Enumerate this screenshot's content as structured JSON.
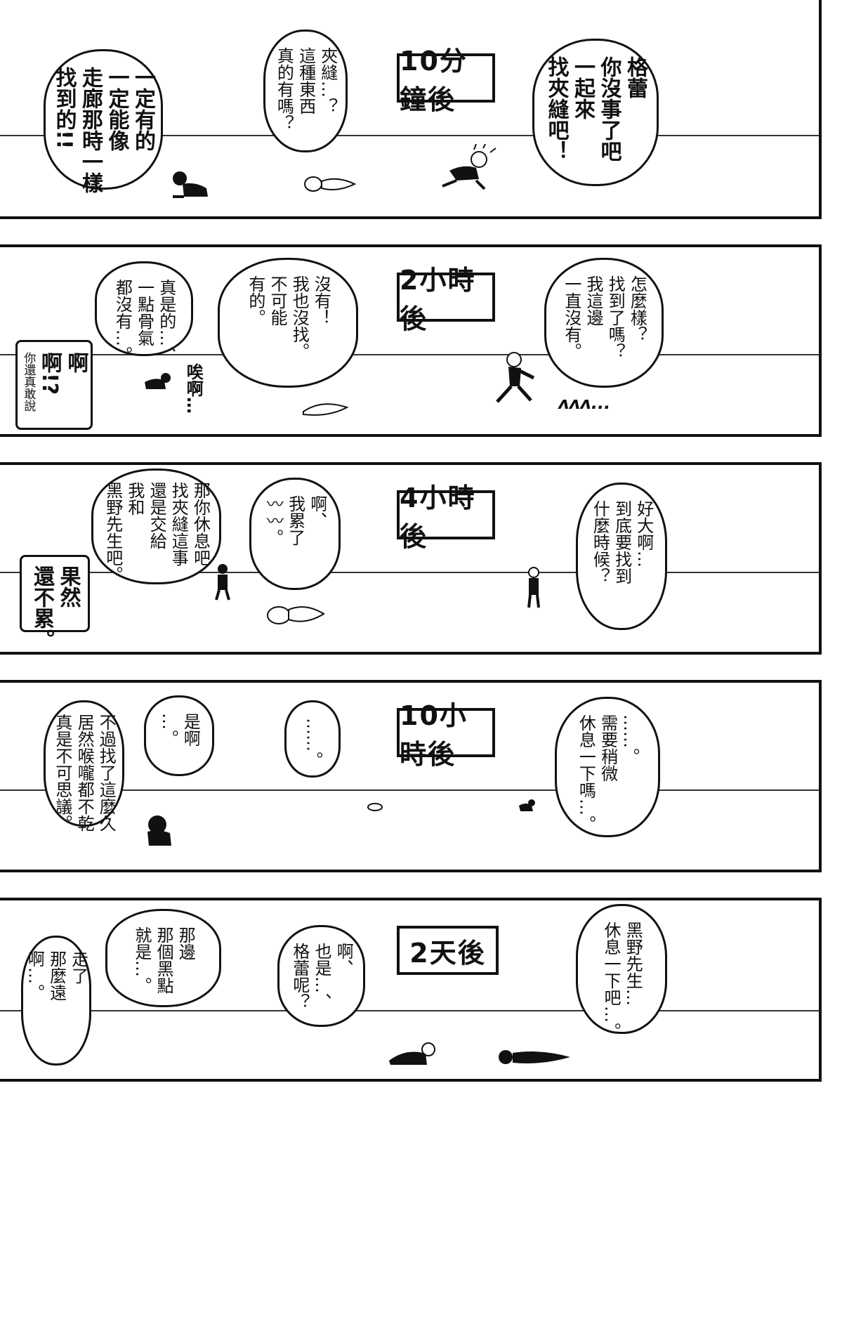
{
  "panels": [
    {
      "time": "10分鐘後",
      "bubbles": [
        {
          "lines": [
            "格蕾",
            "你沒事了吧",
            "一起來",
            "找夾縫吧！"
          ]
        },
        {
          "lines": [
            "夾縫…？",
            "這種東西",
            "真的有嗎？"
          ]
        },
        {
          "lines": [
            "一定有的",
            "一定能像",
            "走廊那時一樣",
            "找到的!!"
          ]
        }
      ]
    },
    {
      "time": "2小時後",
      "bubbles": [
        {
          "lines": [
            "怎麼樣？",
            "找到了嗎？",
            "我這邊",
            "一直沒有。"
          ]
        },
        {
          "lines": [
            "沒有！",
            "我也沒找。",
            "不可能",
            "有的。"
          ]
        },
        {
          "lines": [
            "真是的…、",
            "一點骨氣",
            "都沒有…。"
          ]
        }
      ],
      "shout": {
        "lines": [
          "啊",
          "啊!?"
        ],
        "aside": "你還真敢說"
      },
      "sfx_sigh": "唉啊…",
      "sfx_run": "ᴧᴧᴧ..."
    },
    {
      "time": "4小時後",
      "bubbles": [
        {
          "lines": [
            "好大啊…",
            "到底要找到",
            "什麼時候？"
          ]
        },
        {
          "lines": [
            "啊、",
            "我累了",
            "〰〰。"
          ]
        },
        {
          "lines": [
            "那你休息吧",
            "找夾縫這事",
            "還是交給",
            "我和",
            "黑野先生吧。"
          ]
        }
      ],
      "shout": {
        "lines": [
          "果然",
          "還不累。"
        ]
      }
    },
    {
      "time": "10小時後",
      "bubbles": [
        {
          "lines": [
            "……。",
            "需要稍微",
            "休息一下嗎…。"
          ]
        },
        {
          "lines": [
            "……。"
          ]
        },
        {
          "lines": [
            "是啊",
            "…。"
          ]
        },
        {
          "lines": [
            "不過找了這麼久",
            "居然喉嚨都不乾",
            "真是不可思議。"
          ]
        }
      ]
    },
    {
      "time": "2天後",
      "bubbles": [
        {
          "lines": [
            "黑野先生…",
            "休息一下吧…。"
          ]
        },
        {
          "lines": [
            "啊、",
            "也是…、",
            "格蕾呢？"
          ]
        },
        {
          "lines": [
            "那邊",
            "那個黑點",
            "就是…。"
          ]
        },
        {
          "lines": [
            "走了",
            "那麼遠",
            "啊…。"
          ]
        }
      ]
    }
  ]
}
